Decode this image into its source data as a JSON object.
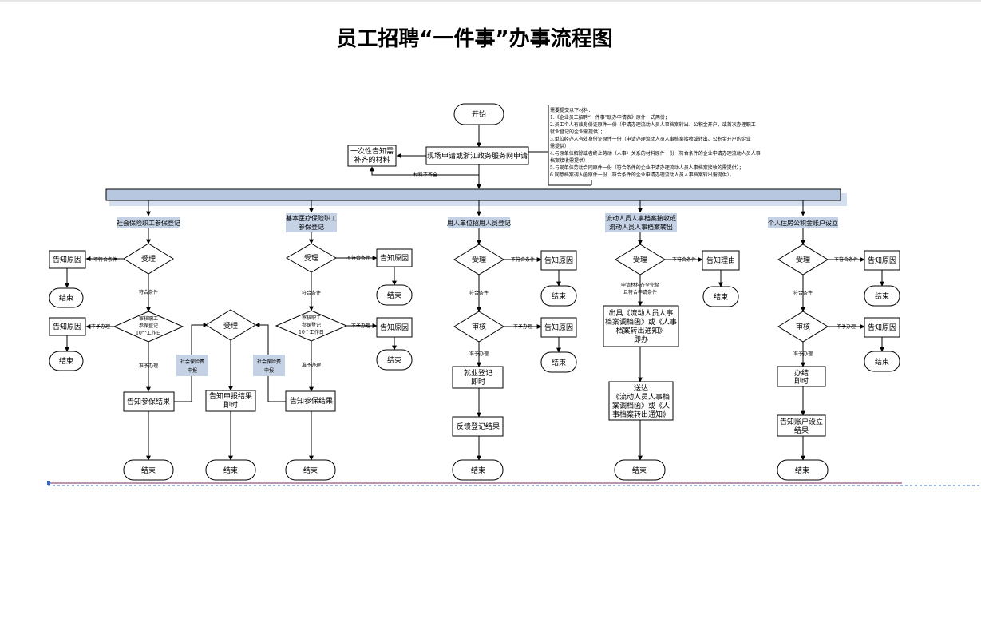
{
  "title": "员工招聘“一件事”办事流程图",
  "start": {
    "label": "开始"
  },
  "apply": {
    "label": "现场申请或浙江政务服务网申请"
  },
  "notify_once": {
    "line1": "一次性告知需",
    "line2": "补齐的材料"
  },
  "incomplete_label": "材料不齐全",
  "materials": {
    "heading": "需要提交以下材料：",
    "lines": [
      "1.《企业员工招聘“一件事”联办申请表》原件一式两份；",
      "2.员工个人有效身份证原件一份（申请办理流动人员人事档案转出、公积金开户，或首次办理职工",
      "就业登记的企业需提供）；",
      "3.单位经办人有效身份证原件一份（申请办理流动人员人事档案接收或转出、公积金开户的企业",
      "需提供）；",
      "4.与原单位解除或者终止劳动（人事）关系的材料原件一份（符合条件的企业申请办理流动人员人事",
      "档案接收需提供）；",
      "5.与现单位劳动合同原件一份（符合条件的企业申请办理流动人员人事档案接收的需提供）；",
      "6.同意档案调入函原件一份（符合条件的企业申请办理流动人员人事档案转出需提供）。"
    ]
  },
  "columns": {
    "social": {
      "heading": "社会保险职工参保登记"
    },
    "medical": {
      "heading_line1": "基本医疗保险职工",
      "heading_line2": "参保登记"
    },
    "employ": {
      "heading": "用人单位招用人员登记"
    },
    "archive": {
      "heading_line1": "流动人员人事档案接收或",
      "heading_line2": "流动人员人事档案转出"
    },
    "fund": {
      "heading": "个人住房公积金账户设立"
    }
  },
  "labels": {
    "accept": "受理",
    "review": "审核",
    "end": "结束",
    "notify_reason": "告知原因",
    "notify_reason_alt": "告知理由",
    "not_meet": "不符合条件",
    "meet": "符合条件",
    "not_handle": "不予办理",
    "approve": "准予办理",
    "review_reg_1": "审核职工",
    "review_reg_2": "参保登记",
    "review_reg_3": "10个工作日",
    "si_fee_1": "社会保险费",
    "si_fee_2": "申报",
    "notify_result": "告知参保结果",
    "notify_declare_1": "告知申报结果",
    "notify_declare_2": "即时",
    "emp_reg_1": "就业登记",
    "emp_reg_2": "即时",
    "feedback": "反馈登记结果",
    "arch_cond_1": "申请材料齐全完整",
    "arch_cond_2": "且符合申请条件",
    "issue_1": "出具《流动人员人事",
    "issue_2": "档案调档函》或《人事",
    "issue_3": "档案转出通知》",
    "issue_4": "即办",
    "deliver_1": "送达",
    "deliver_2": "《流动人员人事档",
    "deliver_3": "案调档函》或《人",
    "deliver_4": "事档案转出通知》",
    "done_1": "办结",
    "done_2": "即时",
    "notify_acct_1": "告知账户设立",
    "notify_acct_2": "结果"
  },
  "colors": {
    "band_fill": "#b8c7e0",
    "label_bg": "#c5d2e6",
    "line": "#000000",
    "footer_line": "#7a2a5a",
    "footer_dash": "#2e6bd0"
  }
}
